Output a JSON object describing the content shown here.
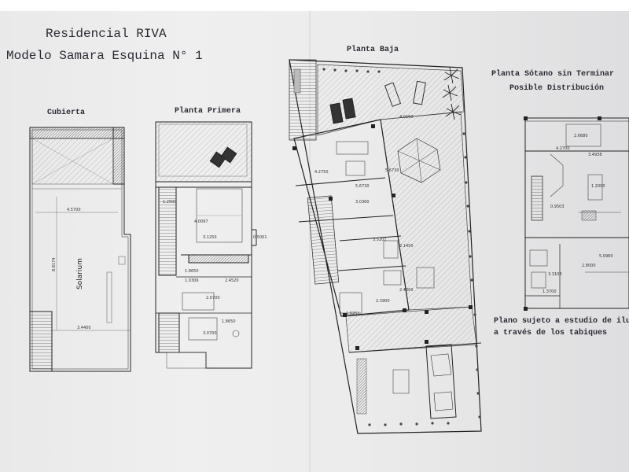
{
  "title": {
    "line1": "Residencial RIVA",
    "line2": "Modelo Samara Esquina N° 1"
  },
  "plans": {
    "cubierta": {
      "label": "Cubierta",
      "room": "Solarium",
      "dims": [
        "4.5700",
        "8.8174",
        "3.4400"
      ]
    },
    "planta_primera": {
      "label": "Planta Primera",
      "dims": [
        "4.0097",
        "3.1250",
        "1.2500",
        "0.5001",
        "1.8650",
        "1.0306",
        "2.4520",
        "2.0700",
        "1.8650",
        "3.0700"
      ]
    },
    "planta_baja": {
      "label": "Planta Baja",
      "dims": [
        "4.0193",
        "4.2750",
        "5.6730",
        "5.6730",
        "3.0360",
        "3.5201",
        "2.1450",
        "2.4000",
        "2.3900",
        "1.5251"
      ]
    },
    "planta_sotano": {
      "label_line1": "Planta Sótano sin Terminar",
      "label_line2": "Posible Distribución",
      "dims": [
        "2.6680",
        "4.2700",
        "3.4938",
        "1.2000",
        "0.9503",
        "5.0960",
        "2.8000",
        "3.3103",
        "1.3700"
      ]
    }
  },
  "note": {
    "line1": "Plano sujeto a estudio de iluminac",
    "line2": "a través de los tabiques"
  },
  "colors": {
    "paper": "#ececec",
    "ink": "#2a2a33",
    "wall": "#222222",
    "hatch": "#9a9a9a"
  }
}
